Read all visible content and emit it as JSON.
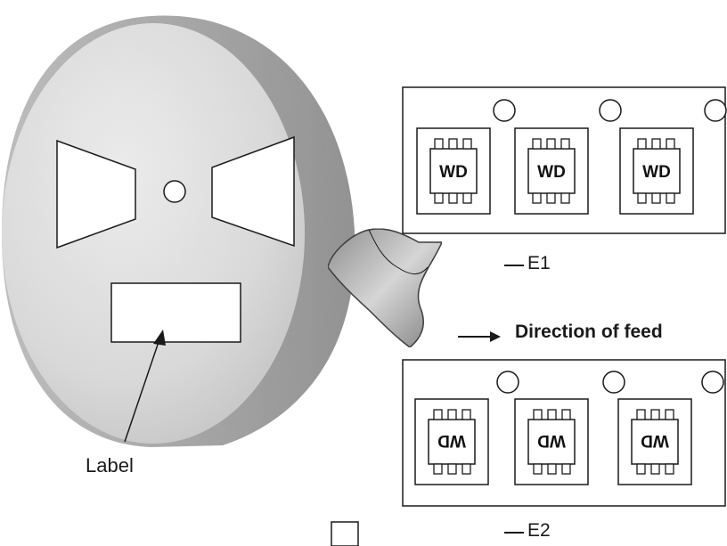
{
  "reel": {
    "label_callout": "Label"
  },
  "tape_e1": {
    "designation": "E1",
    "chip_marking": "WD",
    "chip_count": 3,
    "orientation": "upright"
  },
  "tape_e2": {
    "designation": "E2",
    "chip_marking": "WD",
    "chip_count": 3,
    "orientation": "rotated-180"
  },
  "feed": {
    "text": "Direction of feed",
    "arrow_icon": "right-arrow-icon"
  },
  "colors": {
    "reel_light": "#e6e6e6",
    "reel_dark": "#9a9a9a",
    "outline": "#1a1a1a",
    "background": "#ffffff"
  }
}
